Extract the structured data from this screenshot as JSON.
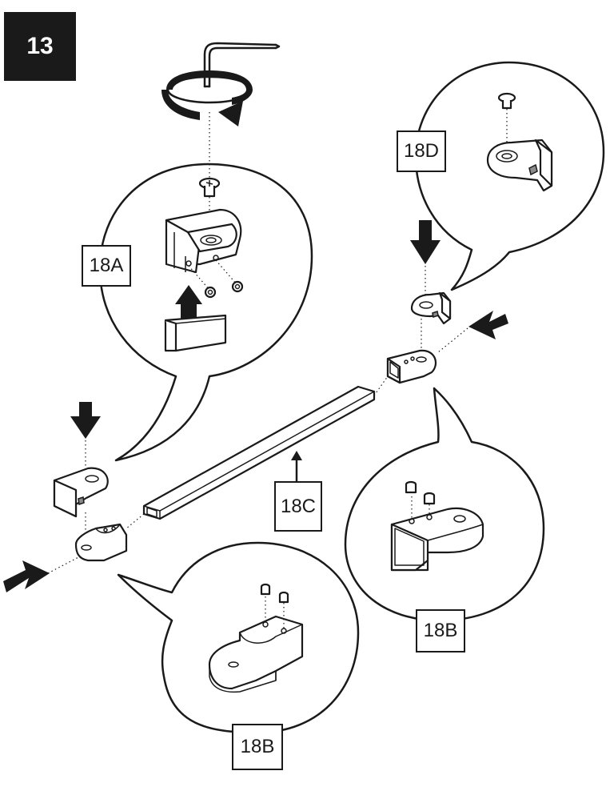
{
  "step": {
    "number": "13"
  },
  "labels": {
    "bracket_a": "18A",
    "bracket_d": "18D",
    "rail": "18C",
    "connector_right": "18B",
    "connector_bottom": "18B"
  }
}
